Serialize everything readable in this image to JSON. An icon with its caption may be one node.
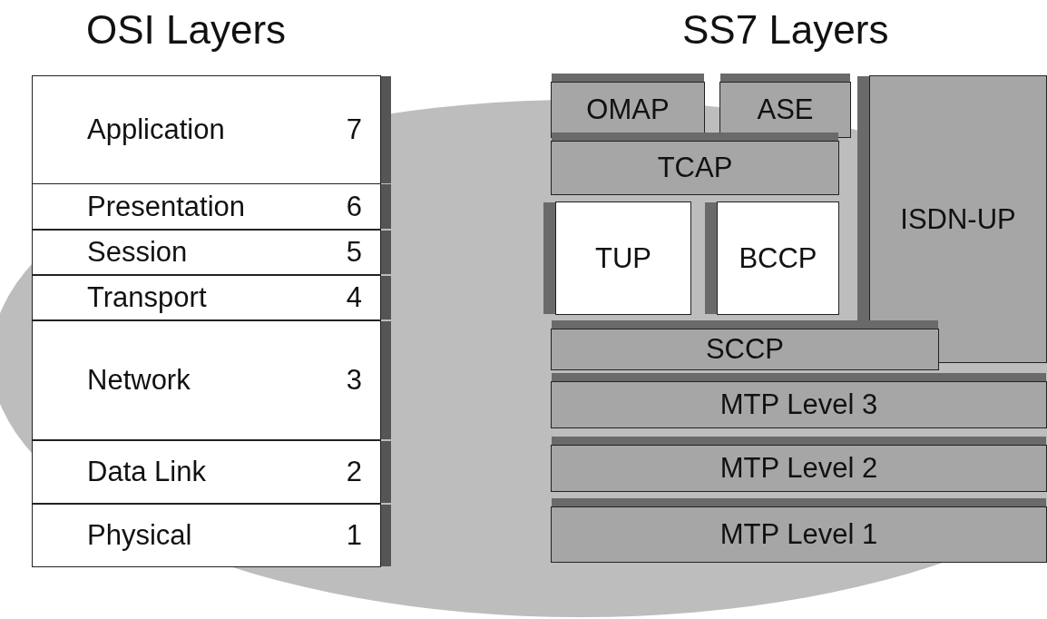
{
  "diagram": {
    "nodes": [
      {
        "text": [
          "Application",
          "7"
        ]
      },
      {
        "text": [
          "Presentation",
          "6"
        ]
      },
      {
        "text": [
          "Session",
          "5"
        ]
      },
      {
        "text": [
          "Transport",
          "4"
        ]
      },
      {
        "text": [
          "Network",
          "3"
        ]
      },
      {
        "text": [
          "Data Link",
          "2"
        ]
      },
      {
        "text": [
          "Physical",
          "1"
        ]
      },
      {
        "text": [
          "OMAP"
        ]
      },
      {
        "text": [
          "ASE"
        ]
      },
      {
        "text": [
          "ISDN-UP"
        ]
      },
      {
        "text": [
          "TCAP"
        ]
      },
      {
        "text": [
          "TUP"
        ]
      },
      {
        "text": [
          "BCCP"
        ]
      },
      {
        "text": [
          "SCCP"
        ]
      },
      {
        "text": [
          "MTP Level 3"
        ]
      },
      {
        "text": [
          "MTP Level 2"
        ]
      },
      {
        "text": [
          "MTP Level 1"
        ]
      }
    ],
    "edges": [],
    "labels": [
      "OSI Layers",
      "SS7 Layers"
    ]
  }
}
